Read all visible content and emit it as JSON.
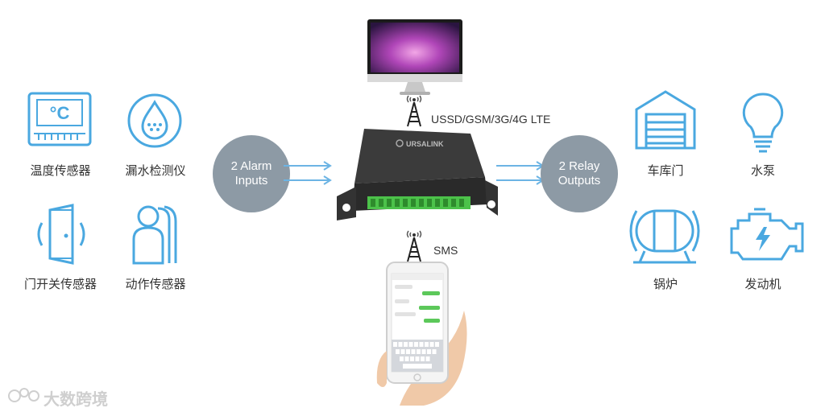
{
  "left_sensors": [
    {
      "label": "温度传感器",
      "icon": "thermometer-sensor-icon"
    },
    {
      "label": "漏水检测仪",
      "icon": "water-leak-icon"
    },
    {
      "label": "门开关传感器",
      "icon": "door-sensor-icon"
    },
    {
      "label": "动作传感器",
      "icon": "motion-sensor-icon"
    }
  ],
  "thermo_display": "°C",
  "alarm_inputs": {
    "line1": "2 Alarm",
    "line2": "Inputs"
  },
  "relay_outputs": {
    "line1": "2 Relay",
    "line2": "Outputs"
  },
  "network_top": "USSD/GSM/3G/4G LTE",
  "network_bottom": "SMS",
  "device_brand": "URSALINK",
  "right_devices": [
    {
      "label": "车库门",
      "icon": "garage-door-icon"
    },
    {
      "label": "水泵",
      "icon": "light-bulb-icon"
    },
    {
      "label": "锅炉",
      "icon": "boiler-icon"
    },
    {
      "label": "发动机",
      "icon": "engine-icon"
    }
  ],
  "watermark": "大数跨境",
  "colors": {
    "icon_blue": "#4aa8e0",
    "circle_gray": "#8d9aa5",
    "arrow_blue": "#6cb4e4",
    "device_green": "#4cc24a"
  }
}
